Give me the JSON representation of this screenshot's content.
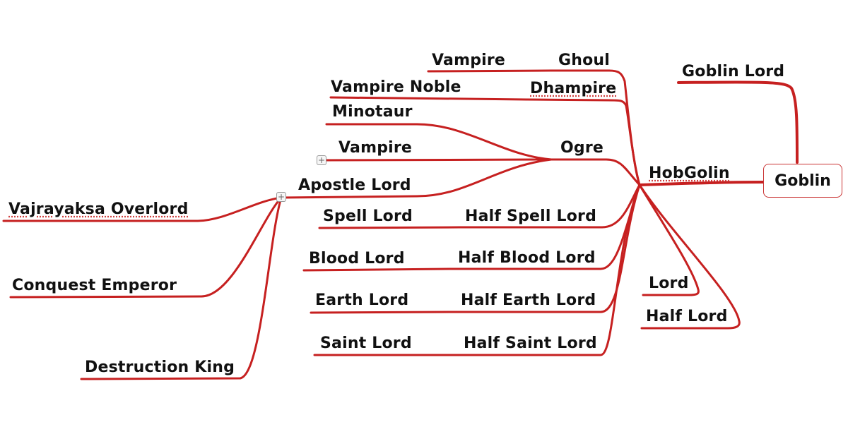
{
  "colors": {
    "edge": "#c62020",
    "root_border": "#c93232",
    "text": "#111111"
  },
  "icons": {
    "expand": "plus-box-icon"
  },
  "root": {
    "label": "Goblin"
  },
  "nodes": {
    "goblin_lord": "Goblin Lord",
    "hobgolin": "HobGolin",
    "ghoul": "Ghoul",
    "vampire_top": "Vampire",
    "dhampire": "Dhampire",
    "vampire_noble": "Vampire Noble",
    "ogre": "Ogre",
    "minotaur": "Minotaur",
    "vampire_mid": "Vampire",
    "apostle_lord": "Apostle Lord",
    "vajrayaksa_overlord": "Vajrayaksa Overlord",
    "conquest_emperor": "Conquest Emperor",
    "destruction_king": "Destruction King",
    "half_spell_lord": "Half Spell Lord",
    "spell_lord": "Spell Lord",
    "half_blood_lord": "Half Blood Lord",
    "blood_lord": "Blood Lord",
    "half_earth_lord": "Half Earth Lord",
    "earth_lord": "Earth Lord",
    "half_saint_lord": "Half Saint Lord",
    "saint_lord": "Saint Lord",
    "lord": "Lord",
    "half_lord": "Half Lord"
  },
  "toggles": {
    "vampire_mid": "+",
    "apostle_lord": "+"
  }
}
